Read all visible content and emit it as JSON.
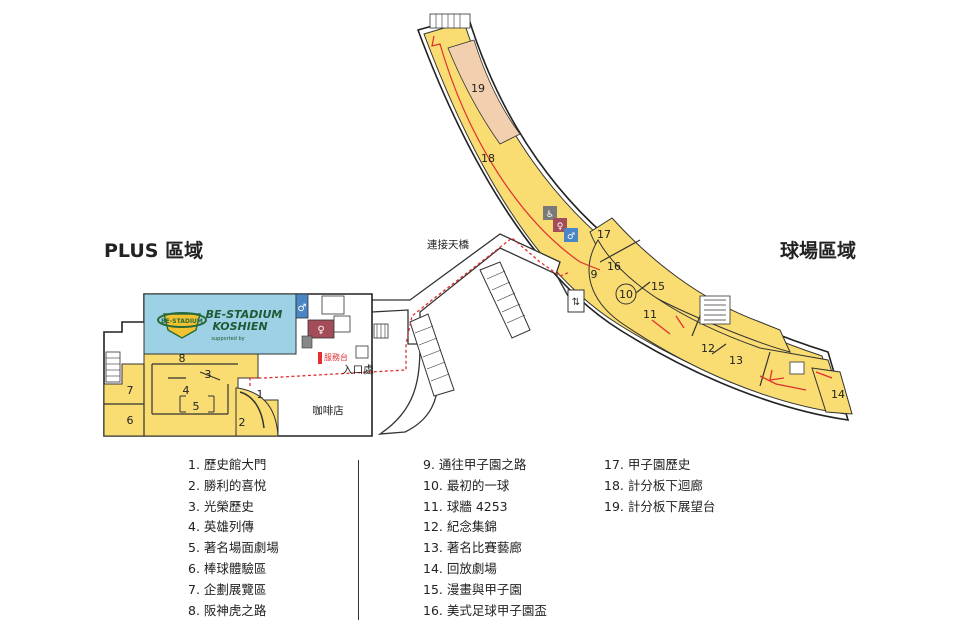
{
  "zones": {
    "plus_title": "PLUS 區域",
    "stadium_title": "球場區域"
  },
  "labels": {
    "bridge": "連接天橋",
    "service": "服務台",
    "entrance": "入口處",
    "cafe": "咖啡店"
  },
  "banner": {
    "line1": "BE-STADIUM",
    "line2": "KOSHIEN",
    "line3": "supported by",
    "logo_text": "BE-STADIUM"
  },
  "map_numbers": [
    "1",
    "2",
    "3",
    "4",
    "5",
    "6",
    "7",
    "8",
    "9",
    "10",
    "11",
    "12",
    "13",
    "14",
    "15",
    "16",
    "17",
    "18",
    "19"
  ],
  "legend": {
    "col1": [
      "1.  歷史館大門",
      "2.  勝利的喜悅",
      "3.  光榮歷史",
      "4.  英雄列傳",
      "5.  著名場面劇場",
      "6.  棒球體驗區",
      "7.  企劃展覽區",
      "8.  阪神虎之路"
    ],
    "col2": [
      "9.  通往甲子園之路",
      "10.  最初的一球",
      "11.  球牆 4253",
      "12.  紀念集錦",
      "13.  著名比賽藝廊",
      "14.  回放劇場",
      "15.  漫畫與甲子園",
      "16.  美式足球甲子園盃"
    ],
    "col3": [
      "17.  甲子園歷史",
      "18.  計分板下迴廊",
      "19.  計分板下展望台"
    ]
  },
  "colors": {
    "exhibit_yellow": "#f9dc72",
    "banner_blue": "#9dd2e6",
    "observation_peach": "#f2cfae",
    "route_red": "#e03030",
    "restroom_maroon": "#a44d5a",
    "restroom_blue": "#4a86c5"
  },
  "icons": [
    "restroom-icon",
    "wheelchair-icon",
    "elevator-icon",
    "stairs-icon"
  ]
}
